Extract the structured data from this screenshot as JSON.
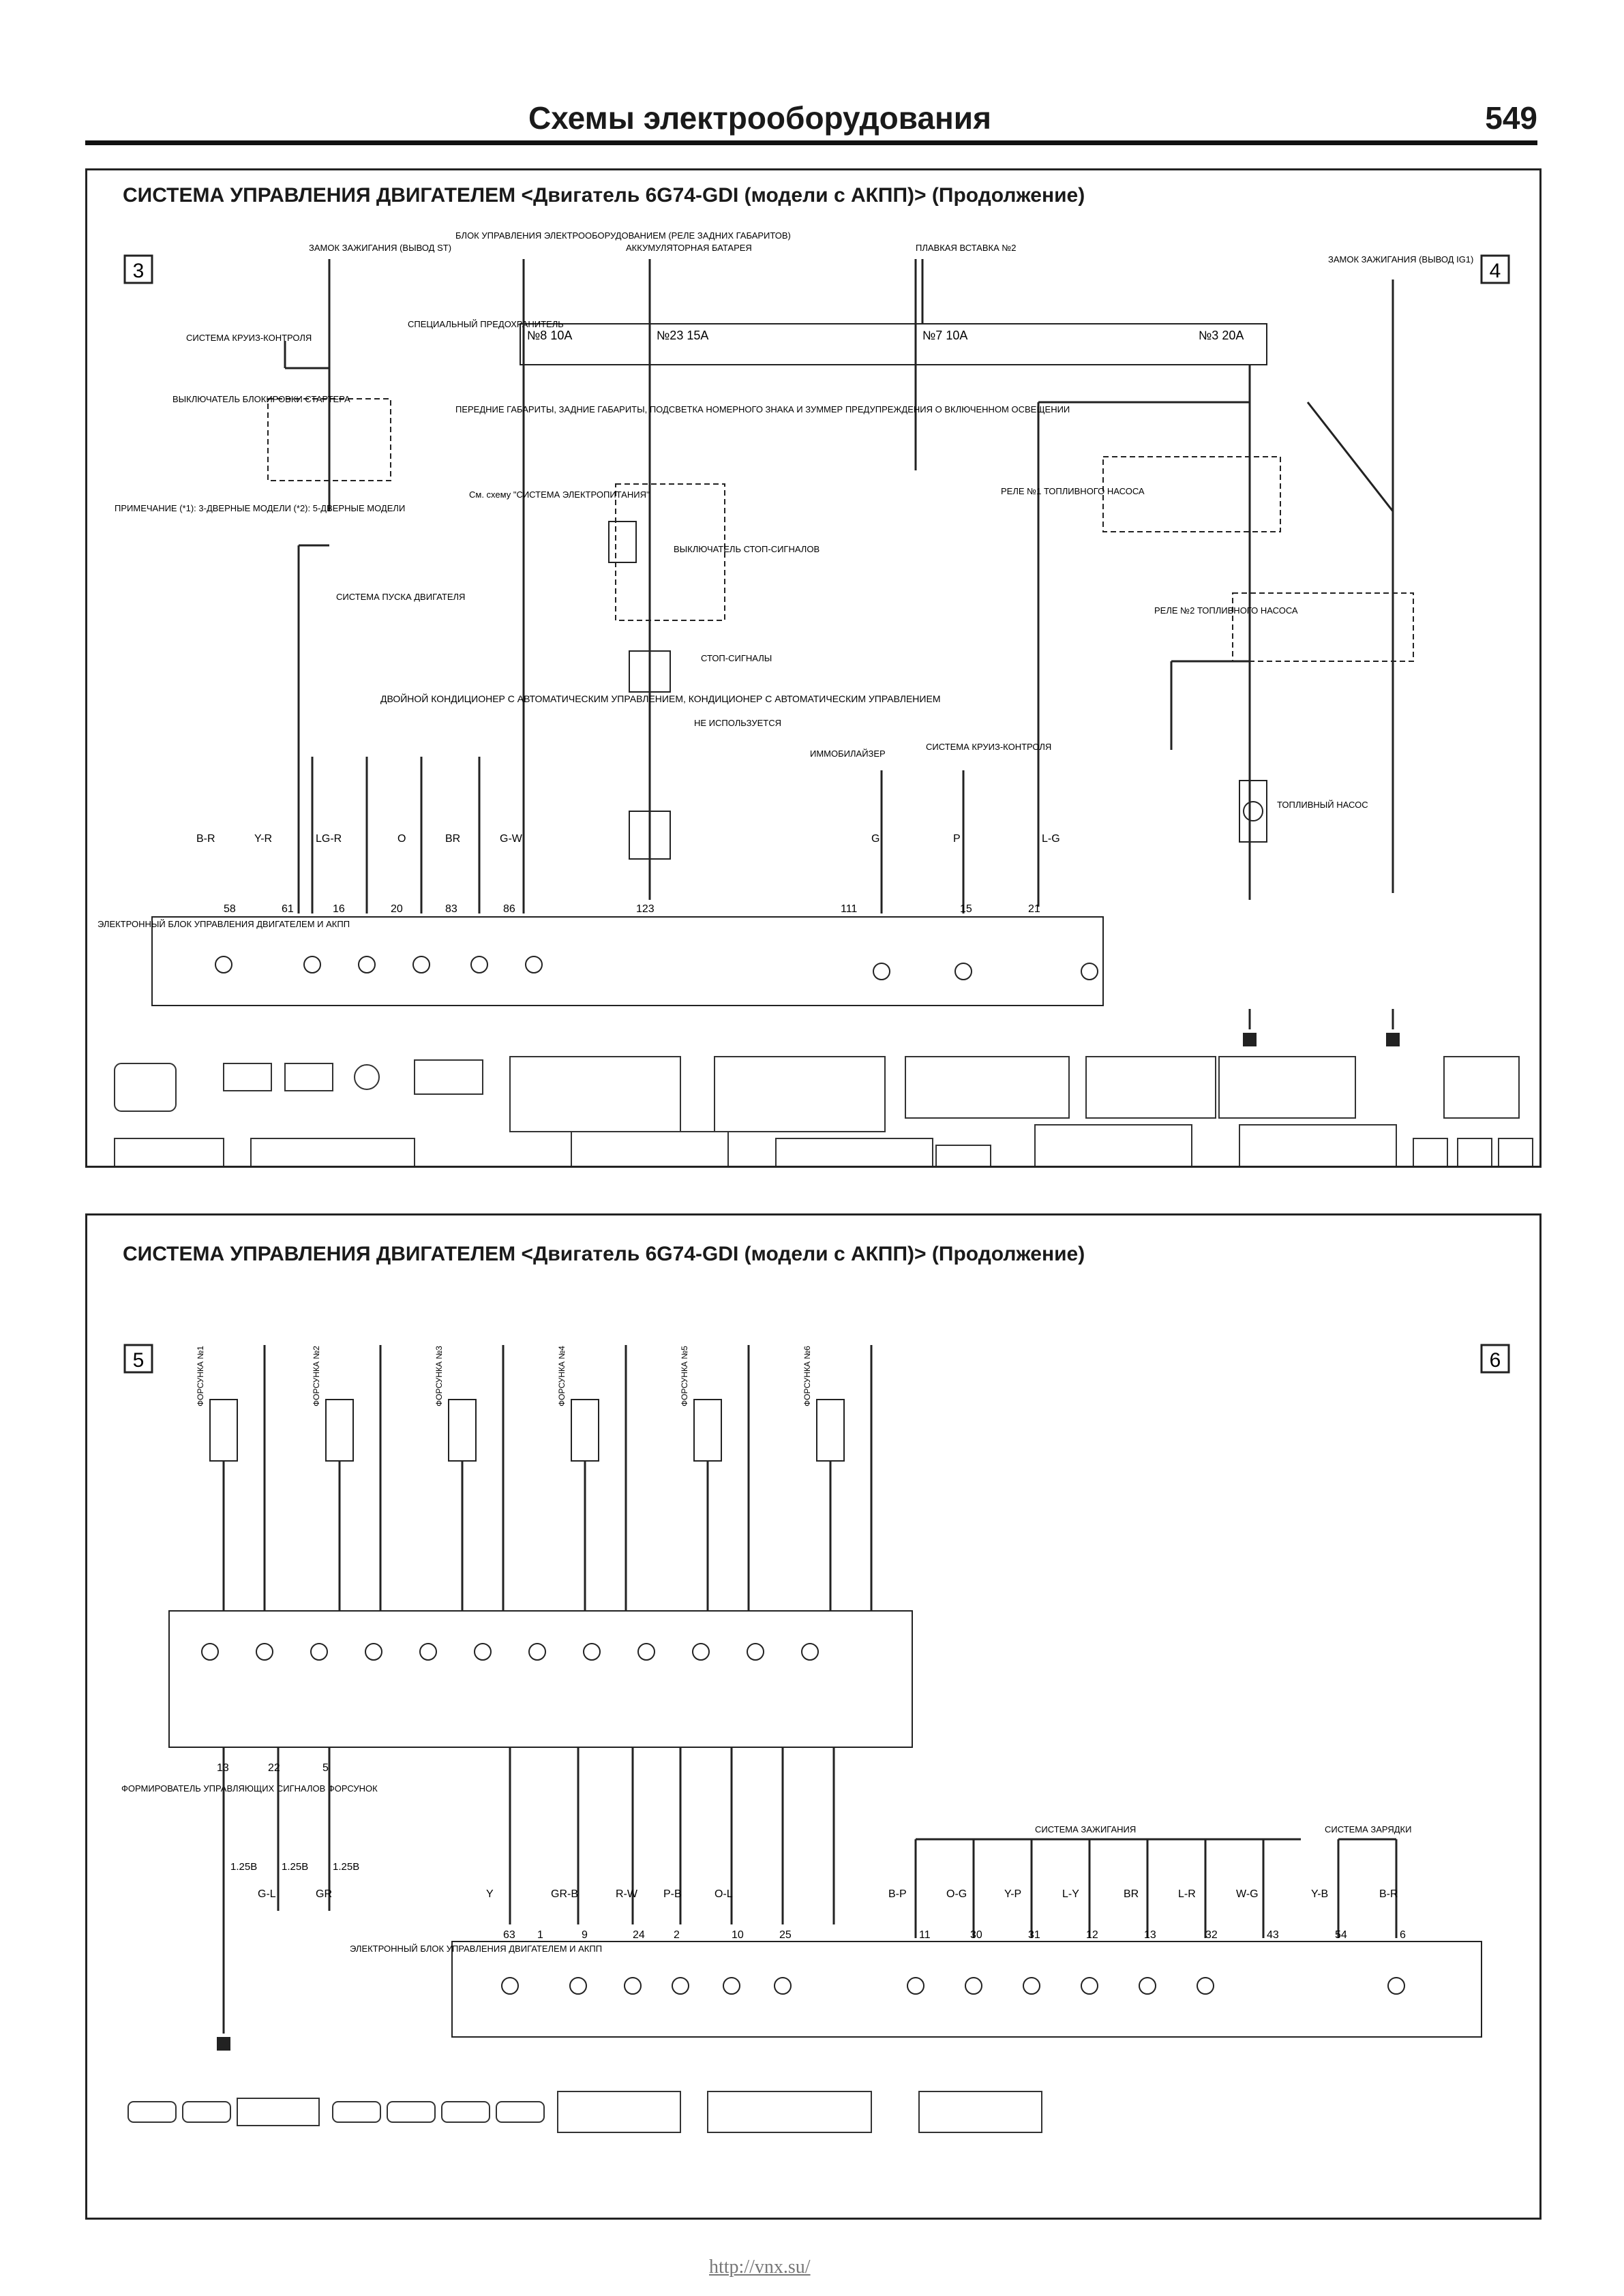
{
  "page": {
    "title": "Схемы электрооборудования",
    "number": "549",
    "url": "http://vnx.su/"
  },
  "panel1": {
    "title": "СИСТЕМА УПРАВЛЕНИЯ ДВИГАТЕЛЕМ <Двигатель 6G74-GDI (модели с АКПП)> (Продолжение)",
    "box_left": "3",
    "box_right": "4",
    "top_labels": [
      "ЗАМОК ЗАЖИГАНИЯ (ВЫВОД ST)",
      "БЛОК УПРАВЛЕНИЯ ЭЛЕКТРООБОРУДОВАНИЕМ (РЕЛЕ ЗАДНИХ ГАБАРИТОВ)",
      "АККУМУЛЯТОРНАЯ БАТАРЕЯ",
      "ПЛАВКАЯ ВСТАВКА №2",
      "ЗАМОК ЗАЖИГАНИЯ (ВЫВОД IG1)"
    ],
    "fuses": [
      "№8 10A",
      "№23 15A",
      "№7 10A",
      "№3 20A"
    ],
    "fuse_label": "СПЕЦИАЛЬНЫЙ ПРЕДОХРАНИТЕЛЬ",
    "labels": [
      "СИСТЕМА КРУИЗ-КОНТРОЛЯ",
      "ВЫКЛЮЧАТЕЛЬ БЛОКИРОВКИ СТАРТЕРА",
      "ПРИМЕЧАНИЕ (*1): 3-ДВЕРНЫЕ МОДЕЛИ (*2): 5-ДВЕРНЫЕ МОДЕЛИ",
      "СИСТЕМА ПУСКА ДВИГАТЕЛЯ",
      "ВЫКЛЮЧАТЕЛЬ СТОП-СИГНАЛОВ",
      "СТОП-СИГНАЛЫ",
      "НЕ ИСПОЛЬЗУЕТСЯ",
      "ДВОЙНОЙ КОНДИЦИОНЕР С АВТОМАТИЧЕСКИМ УПРАВЛЕНИЕМ, КОНДИЦИОНЕР С АВТОМАТИЧЕСКИМ УПРАВЛЕНИЕМ",
      "ИММОБИЛАЙЗЕР",
      "СИСТЕМА КРУИЗ-КОНТРОЛЯ",
      "РЕЛЕ №1 ТОПЛИВНОГО НАСОСА",
      "РЕЛЕ №2 ТОПЛИВНОГО НАСОСА",
      "ТОПЛИВНЫЙ НАСОС",
      "ЭЛЕКТРОННЫЙ БЛОК УПРАВЛЕНИЯ ДВИГАТЕЛЕМ И АКПП",
      "ПЕРЕДНИЕ ГАБАРИТЫ, ЗАДНИЕ ГАБАРИТЫ, ПОДСВЕТКА НОМЕРНОГО ЗНАКА И ЗУММЕР ПРЕДУПРЕЖДЕНИЯ О ВКЛЮЧЕННОМ ОСВЕЩЕНИИ",
      "См. схему \"СИСТЕМА ЭЛЕКТРОПИТАНИЯ\""
    ],
    "wires": [
      "B-R",
      "Y-R",
      "LG-R",
      "O",
      "BR",
      "G-W",
      "G",
      "P",
      "L-G"
    ],
    "pins": [
      "58",
      "61",
      "16",
      "20",
      "83",
      "86",
      "123",
      "111",
      "15",
      "21"
    ]
  },
  "panel2": {
    "title": "СИСТЕМА УПРАВЛЕНИЯ ДВИГАТЕЛЕМ <Двигатель 6G74-GDI (модели с АКПП)> (Продолжение)",
    "box_left": "5",
    "box_right": "6",
    "injectors": [
      "ФОРСУНКА №1",
      "ФОРСУНКА №2",
      "ФОРСУНКА №3",
      "ФОРСУНКА №4",
      "ФОРСУНКА №5",
      "ФОРСУНКА №6"
    ],
    "driver_label": "ФОРМИРОВАТЕЛЬ УПРАВЛЯЮЩИХ СИГНАЛОВ ФОРСУНОК",
    "ecu_label": "ЭЛЕКТРОННЫЙ БЛОК УПРАВЛЕНИЯ ДВИГАТЕЛЕМ И АКПП",
    "ignition_label": "СИСТЕМА ЗАЖИГАНИЯ",
    "charging_label": "СИСТЕМА ЗАРЯДКИ",
    "wires": [
      "G-L",
      "GR",
      "Y",
      "GR-B",
      "R-W",
      "P-B",
      "O-L",
      "B-P",
      "O-G",
      "Y-P",
      "L-Y",
      "BR",
      "L-R",
      "W-G",
      "Y-B",
      "B-R"
    ],
    "pins": [
      "63",
      "1",
      "9",
      "24",
      "2",
      "10",
      "25",
      "11",
      "30",
      "31",
      "12",
      "13",
      "32",
      "43",
      "54",
      "6"
    ],
    "left_pins": [
      "13",
      "22",
      "5"
    ],
    "left_wires": [
      "1.25B",
      "1.25B",
      "1.25B"
    ]
  }
}
